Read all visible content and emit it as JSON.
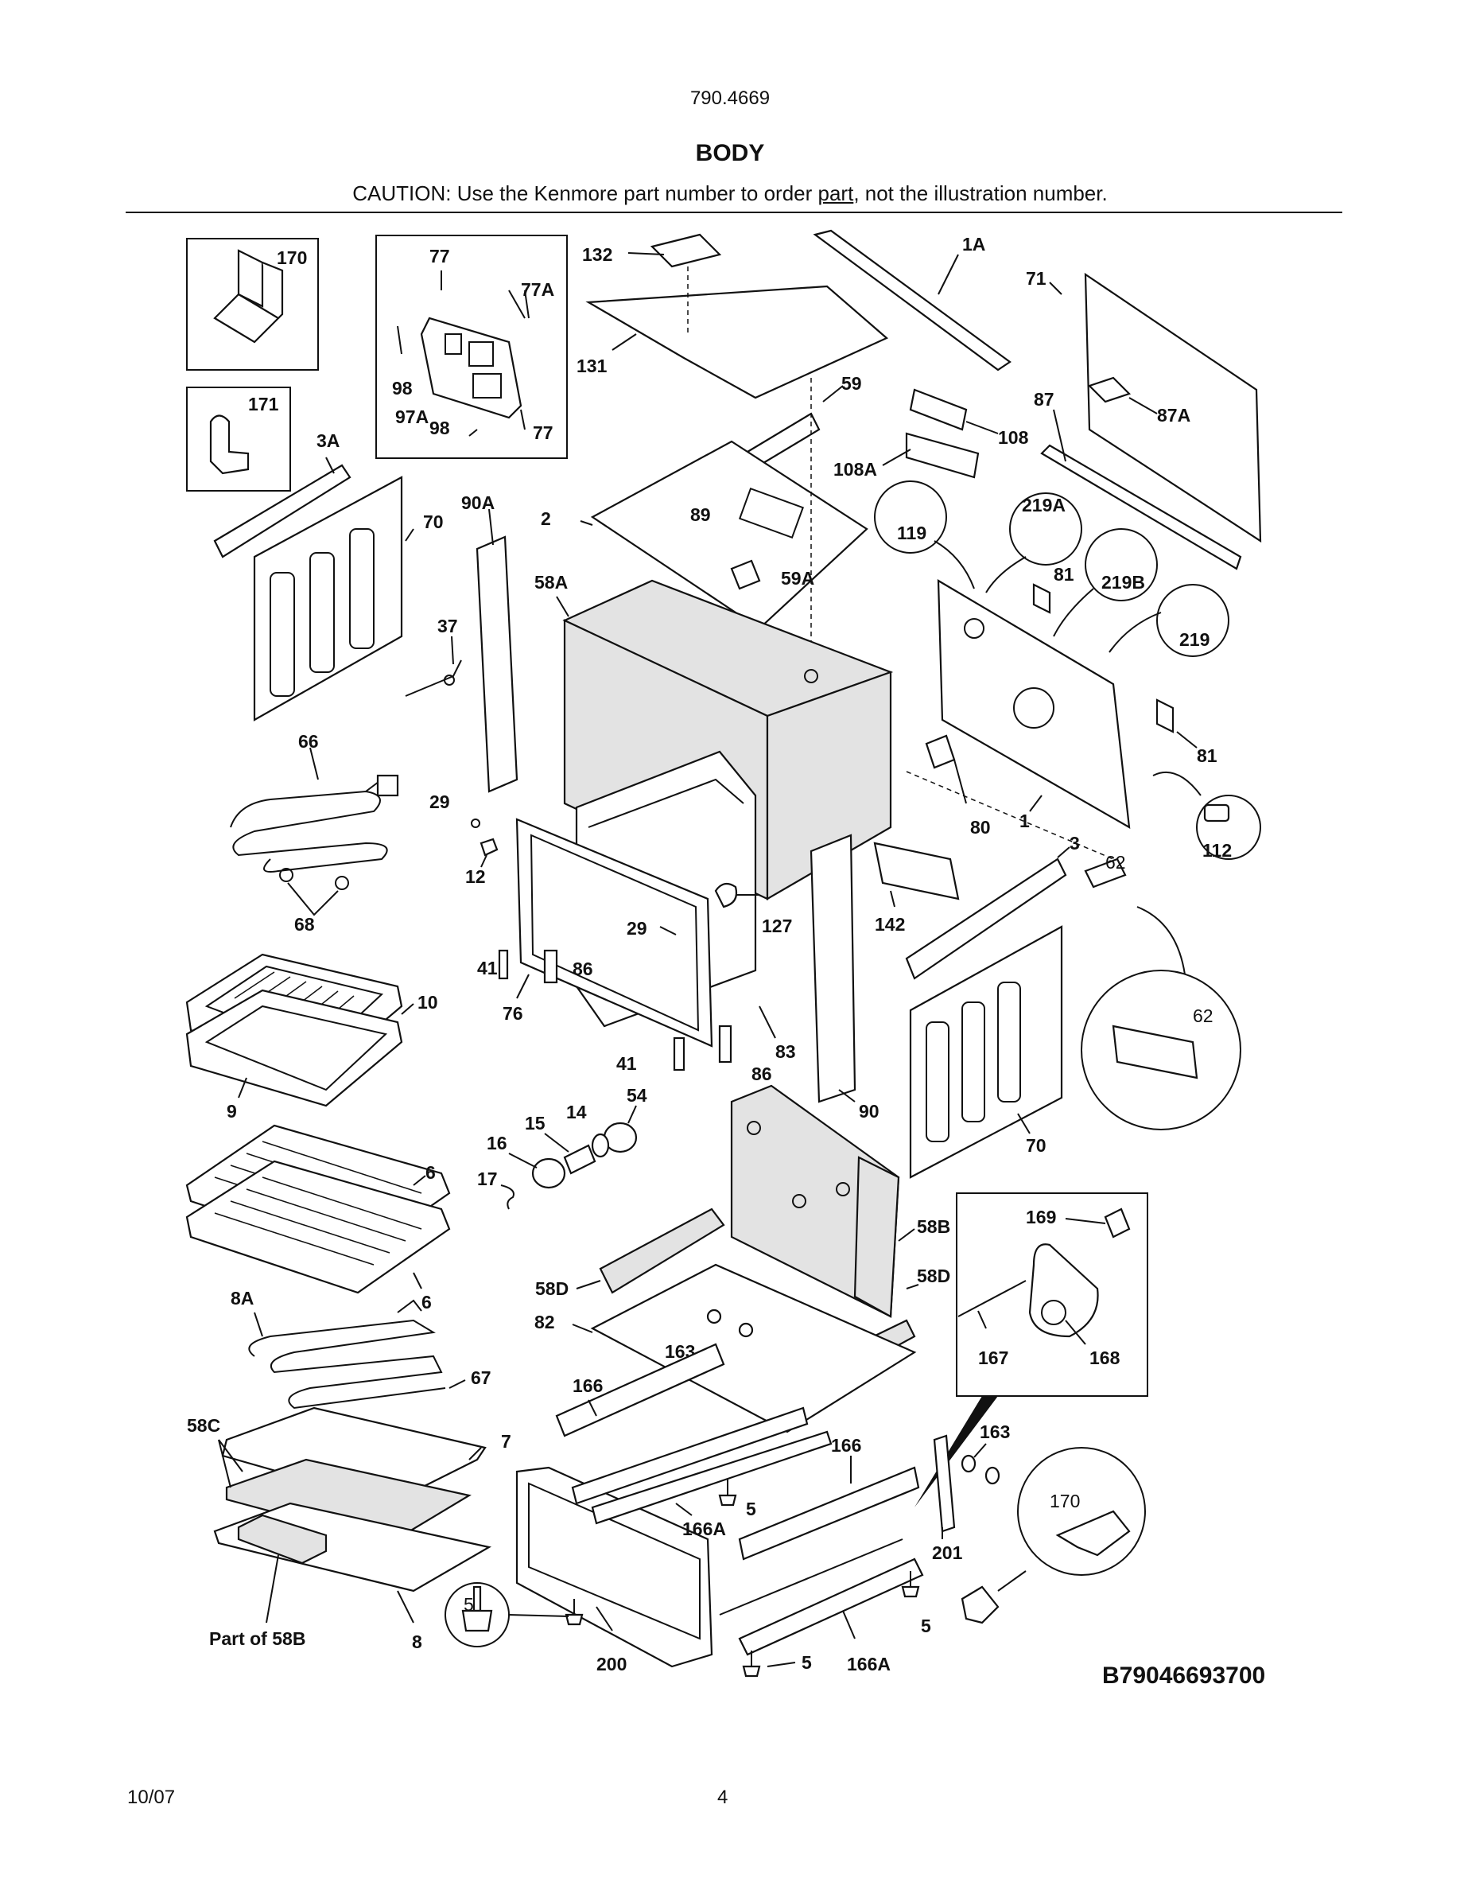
{
  "header": {
    "model_number": "790.4669",
    "section_title": "BODY",
    "caution_prefix": "CAUTION: Use the Kenmore part number to order ",
    "caution_link": "part",
    "caution_suffix": ", not the illustration number."
  },
  "callouts": {
    "c170": "170",
    "c171": "171",
    "c77": "77",
    "c77A": "77A",
    "c98a": "98",
    "c97A": "97A",
    "c98b": "98",
    "c77b": "77",
    "c132": "132",
    "c131": "131",
    "c1A": "1A",
    "c71": "71",
    "c87": "87",
    "c87A": "87A",
    "c59": "59",
    "c108": "108",
    "c108A": "108A",
    "c3A": "3A",
    "c70a": "70",
    "c90A": "90A",
    "c2": "2",
    "c89": "89",
    "c58A": "58A",
    "c59A": "59A",
    "c119": "119",
    "c219A": "219A",
    "c219B": "219B",
    "c81a": "81",
    "c219": "219",
    "c37": "37",
    "c66": "66",
    "c81b": "81",
    "c29a": "29",
    "c80": "80",
    "c1": "1",
    "c112": "112",
    "c12": "12",
    "c3": "3",
    "c62a": "62",
    "c68": "68",
    "c29b": "29",
    "c127": "127",
    "c142": "142",
    "c41a": "41",
    "c86a": "86",
    "c10": "10",
    "c76": "76",
    "c83": "83",
    "c62b": "62",
    "c41b": "41",
    "c86b": "86",
    "c9": "9",
    "c54": "54",
    "c14": "14",
    "c15": "15",
    "c16": "16",
    "c90": "90",
    "c70b": "70",
    "c6a": "6",
    "c17": "17",
    "c58B": "58B",
    "c169": "169",
    "c58D": "58D",
    "c58Db": "58D",
    "c8A": "8A",
    "c6b": "6",
    "c82": "82",
    "c163a": "163",
    "c167": "167",
    "c168": "168",
    "c67": "67",
    "c166a": "166",
    "c58C": "58C",
    "c7": "7",
    "c163b": "163",
    "c166b": "166",
    "c5a": "5",
    "c166A": "166A",
    "c170b": "170",
    "c201": "201",
    "c5b": "5",
    "c5c": "5",
    "c5d": "5",
    "cPart58B": "Part of 58B",
    "c8": "8",
    "c200": "200",
    "c166Ab": "166A"
  },
  "footer": {
    "diagram_code": "B79046693700",
    "date": "10/07",
    "page": "4"
  }
}
